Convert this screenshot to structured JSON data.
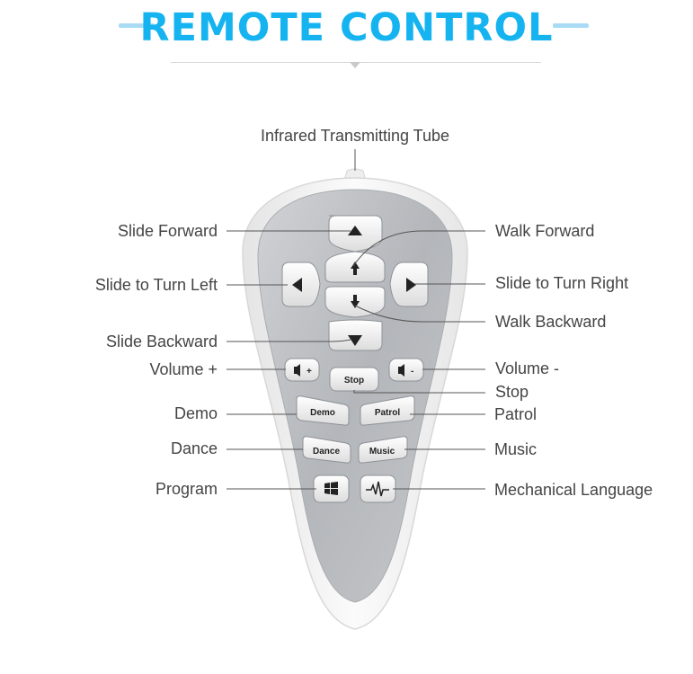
{
  "header": {
    "title": "REMOTE CONTROL"
  },
  "colors": {
    "title": "#15b4f0",
    "remote_body": "#f4f4f4",
    "remote_face": "#b9bcc0",
    "button": "#f2f2f2",
    "leader_line": "#555555"
  },
  "labels": {
    "top": "Infrared Transmitting Tube",
    "left": [
      "Slide Forward",
      "Slide to Turn Left",
      "Slide Backward",
      "Volume +",
      "Demo",
      "Dance",
      "Program"
    ],
    "right": [
      "Walk Forward",
      "Slide to Turn Right",
      "Walk Backward",
      "Volume -",
      "Stop",
      "Patrol",
      "Music",
      "Mechanical Language"
    ]
  },
  "buttons": {
    "stop": "Stop",
    "demo": "Demo",
    "patrol": "Patrol",
    "dance": "Dance",
    "music": "Music",
    "volume_up": "+",
    "volume_down": "-"
  },
  "icons": {
    "up": "triangle-up-icon",
    "down": "triangle-down-icon",
    "left": "triangle-left-icon",
    "right": "triangle-right-icon",
    "walk_forward": "up-arrow-icon",
    "walk_backward": "down-arrow-icon",
    "speaker": "speaker-icon",
    "program": "windows-logo-icon",
    "mechanical_language": "waveform-icon"
  }
}
